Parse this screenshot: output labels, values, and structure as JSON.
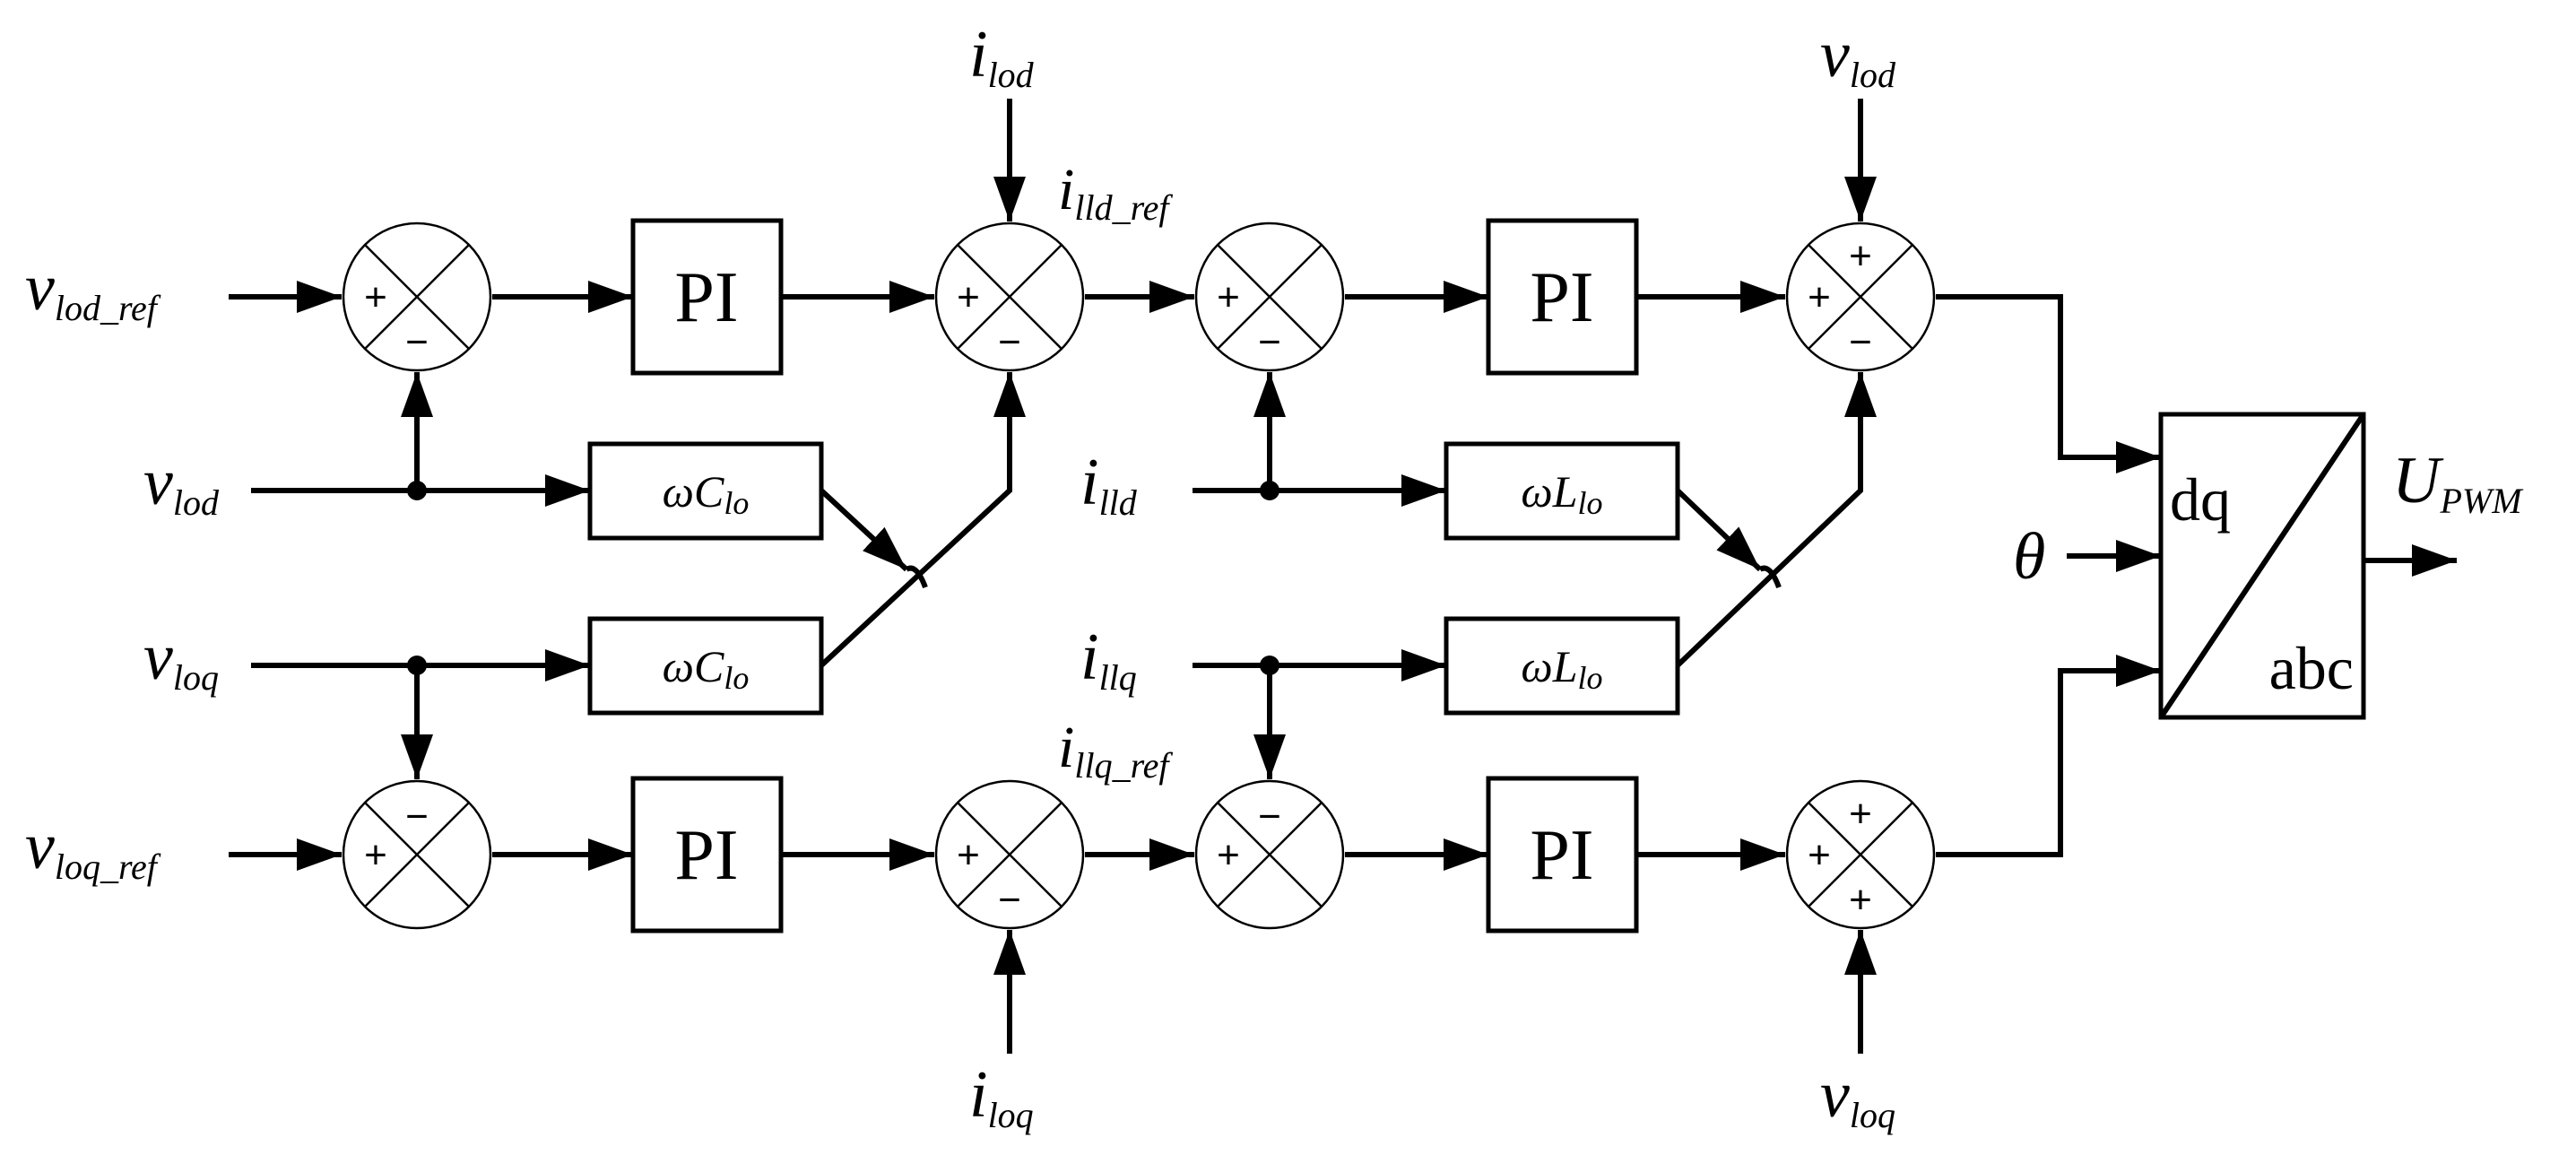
{
  "signals": {
    "vlod_ref": {
      "main": "v",
      "sub": "lod_ref"
    },
    "vlod_in": {
      "main": "v",
      "sub": "lod"
    },
    "vloq_in": {
      "main": "v",
      "sub": "loq"
    },
    "vloq_ref": {
      "main": "v",
      "sub": "loq_ref"
    },
    "ilod": {
      "main": "i",
      "sub": "lod"
    },
    "iloq": {
      "main": "i",
      "sub": "loq"
    },
    "illd_ref": {
      "main": "i",
      "sub": "lld_ref"
    },
    "illq_ref": {
      "main": "i",
      "sub": "llq_ref"
    },
    "illd": {
      "main": "i",
      "sub": "lld"
    },
    "illq": {
      "main": "i",
      "sub": "llq"
    },
    "vlod_top": {
      "main": "v",
      "sub": "lod"
    },
    "vloq_bottom": {
      "main": "v",
      "sub": "loq"
    },
    "theta": {
      "main": "θ"
    },
    "upwm": {
      "main": "U",
      "sub": "PWM"
    }
  },
  "blocks": {
    "pi_label": "PI",
    "wclo": {
      "prefix": "ωC",
      "sub": "lo"
    },
    "wllo": {
      "prefix": "ωL",
      "sub": "lo"
    },
    "transform": {
      "top": "dq",
      "bottom": "abc"
    }
  },
  "signs": {
    "plus": "+",
    "minus": "−"
  }
}
